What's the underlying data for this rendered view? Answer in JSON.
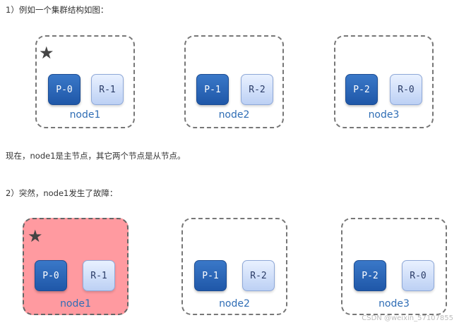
{
  "captions": {
    "intro": "1）例如一个集群结构如图：",
    "status": "现在，node1是主节点，其它两个节点是从节点。",
    "failure": "2）突然，node1发生了故障："
  },
  "icons": {
    "master_marker": "star-icon"
  },
  "colors": {
    "primary_shard": "#2a66b8",
    "replica_shard": "#cfdcf7",
    "node_label": "#2f6db5",
    "failed_node": "#ff9aa0"
  },
  "diagram1": {
    "nodes": [
      {
        "name": "node1",
        "primary": "P-0",
        "replica": "R-1",
        "is_master": true
      },
      {
        "name": "node2",
        "primary": "P-1",
        "replica": "R-2",
        "is_master": false
      },
      {
        "name": "node3",
        "primary": "P-2",
        "replica": "R-0",
        "is_master": false
      }
    ]
  },
  "diagram2": {
    "nodes": [
      {
        "name": "node1",
        "primary": "P-0",
        "replica": "R-1",
        "is_master": true,
        "failed": true
      },
      {
        "name": "node2",
        "primary": "P-1",
        "replica": "R-2",
        "is_master": false,
        "failed": false
      },
      {
        "name": "node3",
        "primary": "P-2",
        "replica": "R-0",
        "is_master": false,
        "failed": false
      }
    ]
  },
  "watermark": "CSDN @weixin_57107855"
}
